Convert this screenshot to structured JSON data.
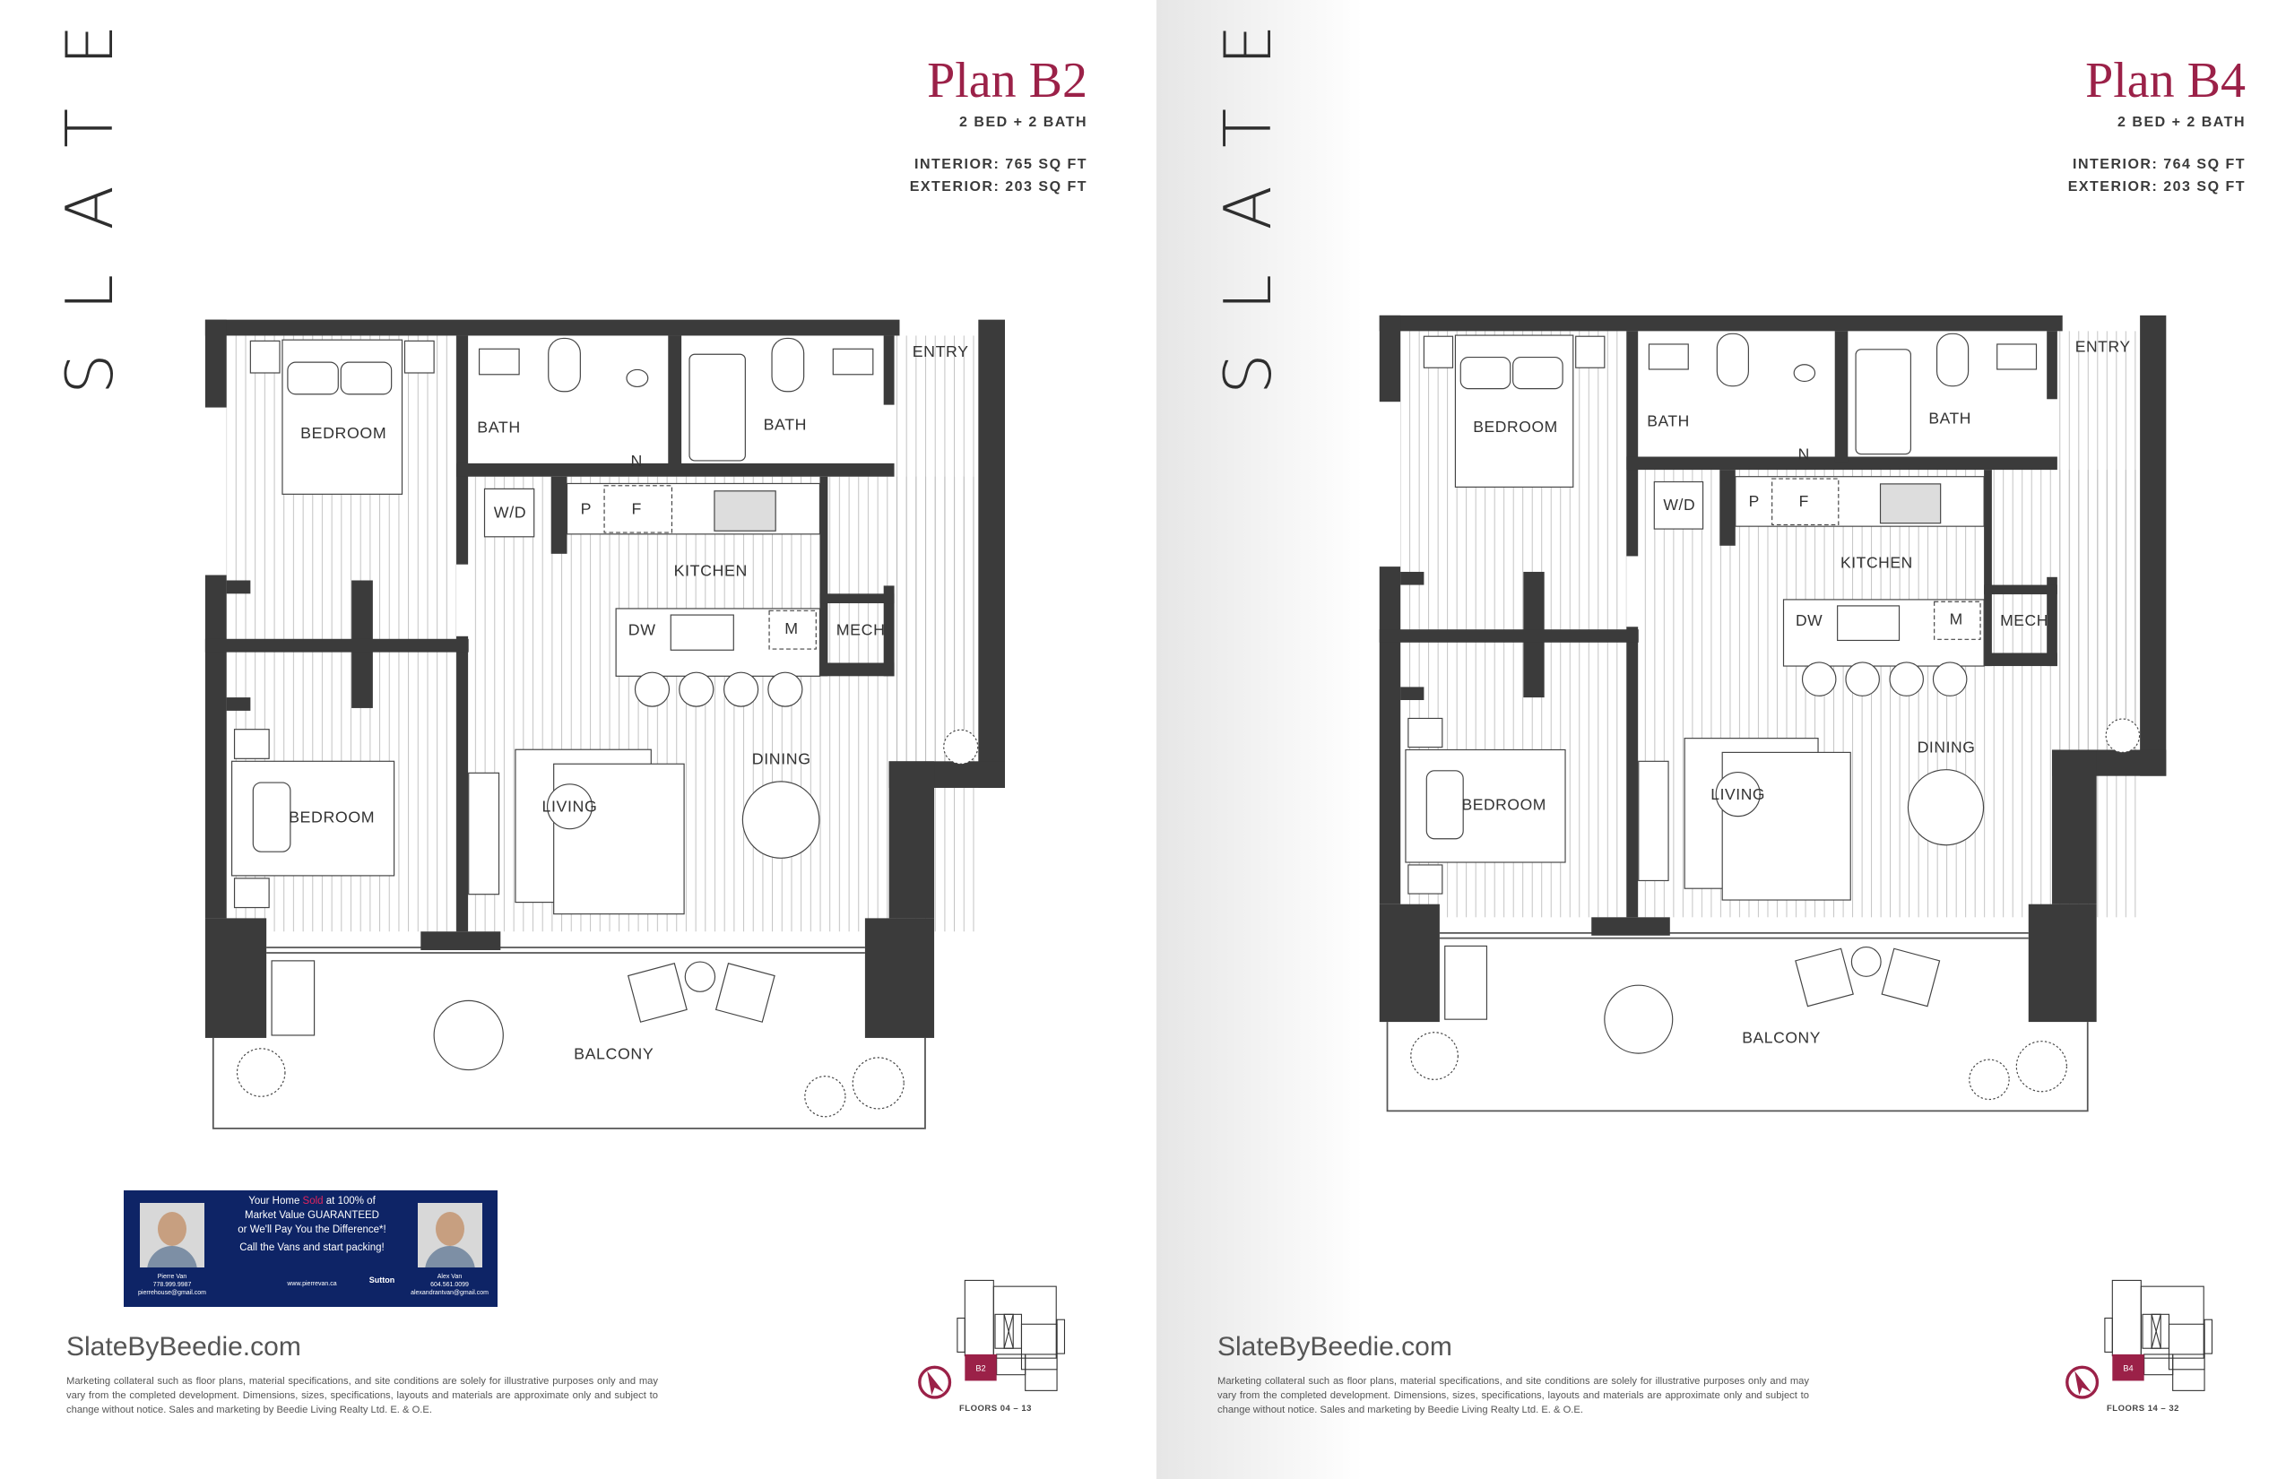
{
  "pages": [
    {
      "brand": "SLATE",
      "plan_title": "Plan B2",
      "beds_baths": "2 BED + 2 BATH",
      "interior": "INTERIOR: 765 SQ FT",
      "exterior": "EXTERIOR: 203 SQ FT",
      "website": "SlateByBeedie.com",
      "key_unit": "B2",
      "floors": "FLOORS 04 – 13"
    },
    {
      "brand": "SLATE",
      "plan_title": "Plan B4",
      "beds_baths": "2 BED + 2 BATH",
      "interior": "INTERIOR: 764 SQ FT",
      "exterior": "EXTERIOR: 203 SQ FT",
      "website": "SlateByBeedie.com",
      "key_unit": "B4",
      "floors": "FLOORS 14 – 32"
    }
  ],
  "disclaimer": "Marketing collateral such as floor plans, material specifications, and site conditions are solely for illustrative purposes only and may vary from the completed development. Dimensions, sizes, specifications, layouts and materials are approximate only and subject to change without notice. Sales and marketing by Beedie Living Realty Ltd. E. & O.E.",
  "plans": [
    {
      "rooms": {
        "bedroom1": "BEDROOM",
        "bedroom2": "BEDROOM",
        "bath1": "BATH",
        "bath2": "BATH",
        "entry": "ENTRY",
        "wd": "W/D",
        "pantry": "P",
        "fridge": "F",
        "kitchen": "KITCHEN",
        "dw": "DW",
        "micro": "M",
        "mech": "MECH",
        "living": "LIVING",
        "dining": "DINING",
        "balcony": "BALCONY",
        "niche": "N"
      }
    },
    {
      "rooms": {
        "bedroom1": "BEDROOM",
        "bedroom2": "BEDROOM",
        "bath1": "BATH",
        "bath2": "BATH",
        "entry": "ENTRY",
        "wd": "W/D",
        "pantry": "P",
        "fridge": "F",
        "kitchen": "KITCHEN",
        "dw": "DW",
        "micro": "M",
        "mech": "MECH",
        "living": "LIVING",
        "dining": "DINING",
        "balcony": "BALCONY",
        "niche": "N"
      }
    }
  ],
  "ad": {
    "line1": "Your Home",
    "sold": "Sold",
    "line1b": "at 100% of",
    "line2": "Market Value GUARANTEED",
    "line3": "or We'll Pay You the Difference*!",
    "line4": "Call the Vans and start packing!",
    "website": "www.pierrevan.ca",
    "agent1_name": "Pierre Van",
    "agent1_phone": "778.999.9987",
    "agent1_email": "pierrehouse@gmail.com",
    "agent2_name": "Alex Van",
    "agent2_phone": "604.561.0099",
    "agent2_email": "alexandrantvan@gmail.com",
    "brokerage": "Sutton"
  },
  "colors": {
    "accent": "#9b2148",
    "wall": "#3b3b3b",
    "ad_bg": "#0e2466"
  }
}
